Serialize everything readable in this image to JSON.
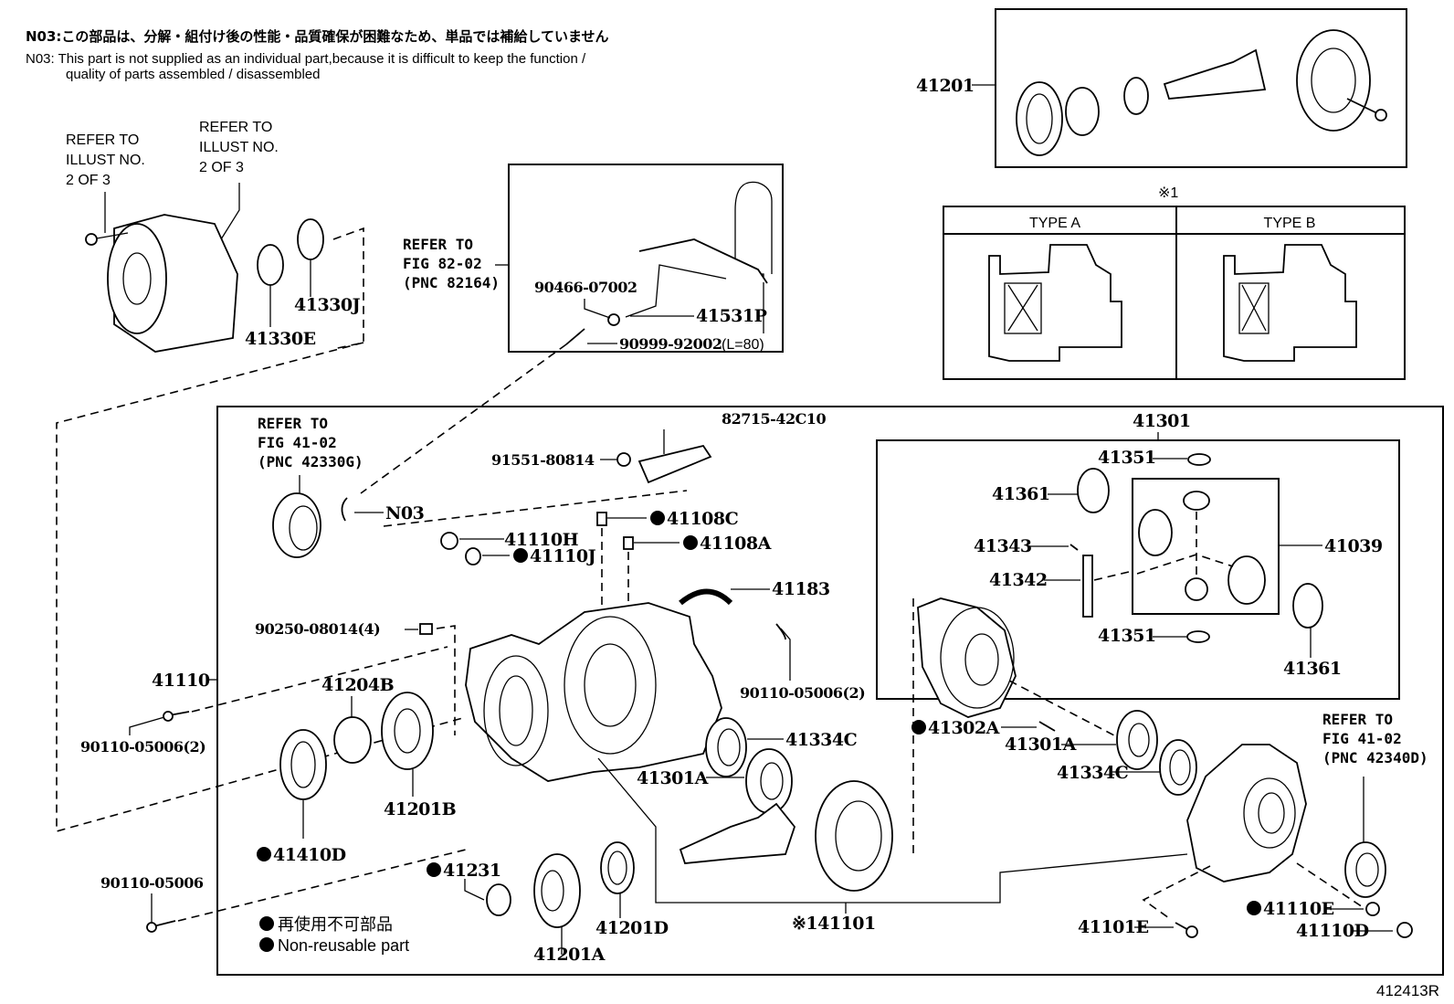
{
  "notes": {
    "n03_jp": "N03:この部品は、分解・組付け後の性能・品質確保が困難なため、単品では補給していません",
    "n03_en_line1": "N03: This part is not supplied as an individual part,because it is difficult to keep the function /",
    "n03_en_line2": "quality of parts assembled / disassembled"
  },
  "references": {
    "illust_left": [
      "REFER TO",
      "ILLUST NO.",
      "2 OF 3"
    ],
    "illust_right": [
      "REFER TO",
      "ILLUST NO.",
      "2 OF 3"
    ],
    "fig_82_02": [
      "REFER TO",
      "FIG 82-02",
      "(PNC 82164)"
    ],
    "fig_41_02_g": [
      "REFER TO",
      "FIG 41-02",
      "(PNC 42330G)"
    ],
    "fig_41_02_d": [
      "REFER TO",
      "FIG 41-02",
      "(PNC 42340D)"
    ]
  },
  "type_panel": {
    "marker": "※1",
    "type_a": "TYPE A",
    "type_b": "TYPE B"
  },
  "part_numbers": {
    "p41201": "41201",
    "p41330E": "41330E",
    "p41330J": "41330J",
    "p90466": "90466-07002",
    "p41531P": "41531P",
    "p90999": "90999-92002",
    "p90999_suffix": "(L=80)",
    "p82715": "82715-42C10",
    "p91551": "91551-80814",
    "pN03": "N03",
    "p41108C": "41108C",
    "p41108A": "41108A",
    "p41110H": "41110H",
    "p41110J": "41110J",
    "p41183": "41183",
    "p90250": "90250-08014(4)",
    "p90110_2a": "90110-05006(2)",
    "p90110_2b": "90110-05006(2)",
    "p90110": "90110-05006",
    "p41110": "41110",
    "p41204B": "41204B",
    "p41201B": "41201B",
    "p41410D": "41410D",
    "p41231": "41231",
    "p41201A": "41201A",
    "p41201D": "41201D",
    "p41334C_a": "41334C",
    "p41301A_a": "41301A",
    "p141101": "※141101",
    "p41301": "41301",
    "p41351_a": "41351",
    "p41351_b": "41351",
    "p41361_a": "41361",
    "p41361_b": "41361",
    "p41343": "41343",
    "p41342": "41342",
    "p41039": "41039",
    "p41302A": "41302A",
    "p41301A_b": "41301A",
    "p41334C_b": "41334C",
    "p41110E": "41110E",
    "p41110D": "41110D",
    "p41101E": "41101E"
  },
  "legend": {
    "jp": "再使用不可部品",
    "en": "Non-reusable part"
  },
  "illustration_code": "412413R"
}
